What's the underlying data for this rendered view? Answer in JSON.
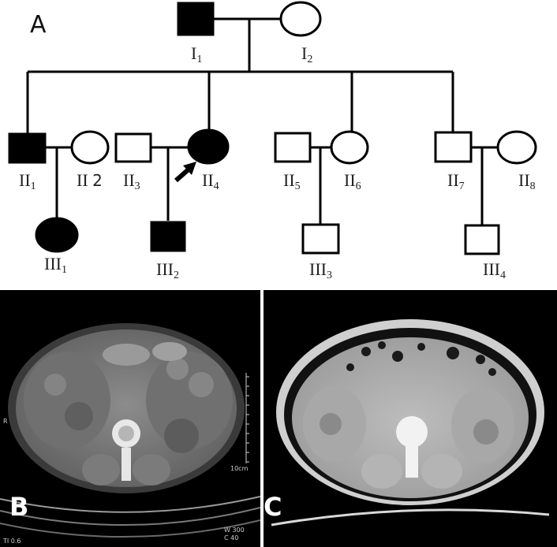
{
  "panel_a": {
    "letter": "A",
    "labels": [
      {
        "id": "I1",
        "roman": "I",
        "sub": "1"
      },
      {
        "id": "I2",
        "roman": "I",
        "sub": "2"
      },
      {
        "id": "II1",
        "roman": "II",
        "sub": "1"
      },
      {
        "id": "II2",
        "roman": "II",
        "sub": "2"
      },
      {
        "id": "II3",
        "roman": "II",
        "sub": "3"
      },
      {
        "id": "II4",
        "roman": "II",
        "sub": "4"
      },
      {
        "id": "II5",
        "roman": "II",
        "sub": "5"
      },
      {
        "id": "II6",
        "roman": "II",
        "sub": "6"
      },
      {
        "id": "II7",
        "roman": "II",
        "sub": "7"
      },
      {
        "id": "II8",
        "roman": "II",
        "sub": "8"
      },
      {
        "id": "III1",
        "roman": "III",
        "sub": "1"
      },
      {
        "id": "III2",
        "roman": "III",
        "sub": "2"
      },
      {
        "id": "III3",
        "roman": "III",
        "sub": "3"
      },
      {
        "id": "III4",
        "roman": "III",
        "sub": "4"
      }
    ],
    "affected": [
      "I1",
      "II1",
      "II4",
      "III1",
      "III2"
    ],
    "proband": "II4"
  },
  "panel_b": {
    "letter": "B",
    "side_marker": "R",
    "scale_label": "10cm",
    "corner_left": "TI 0.6",
    "window_w": "W 300",
    "window_c": "C 40"
  },
  "panel_c": {
    "letter": "C"
  }
}
